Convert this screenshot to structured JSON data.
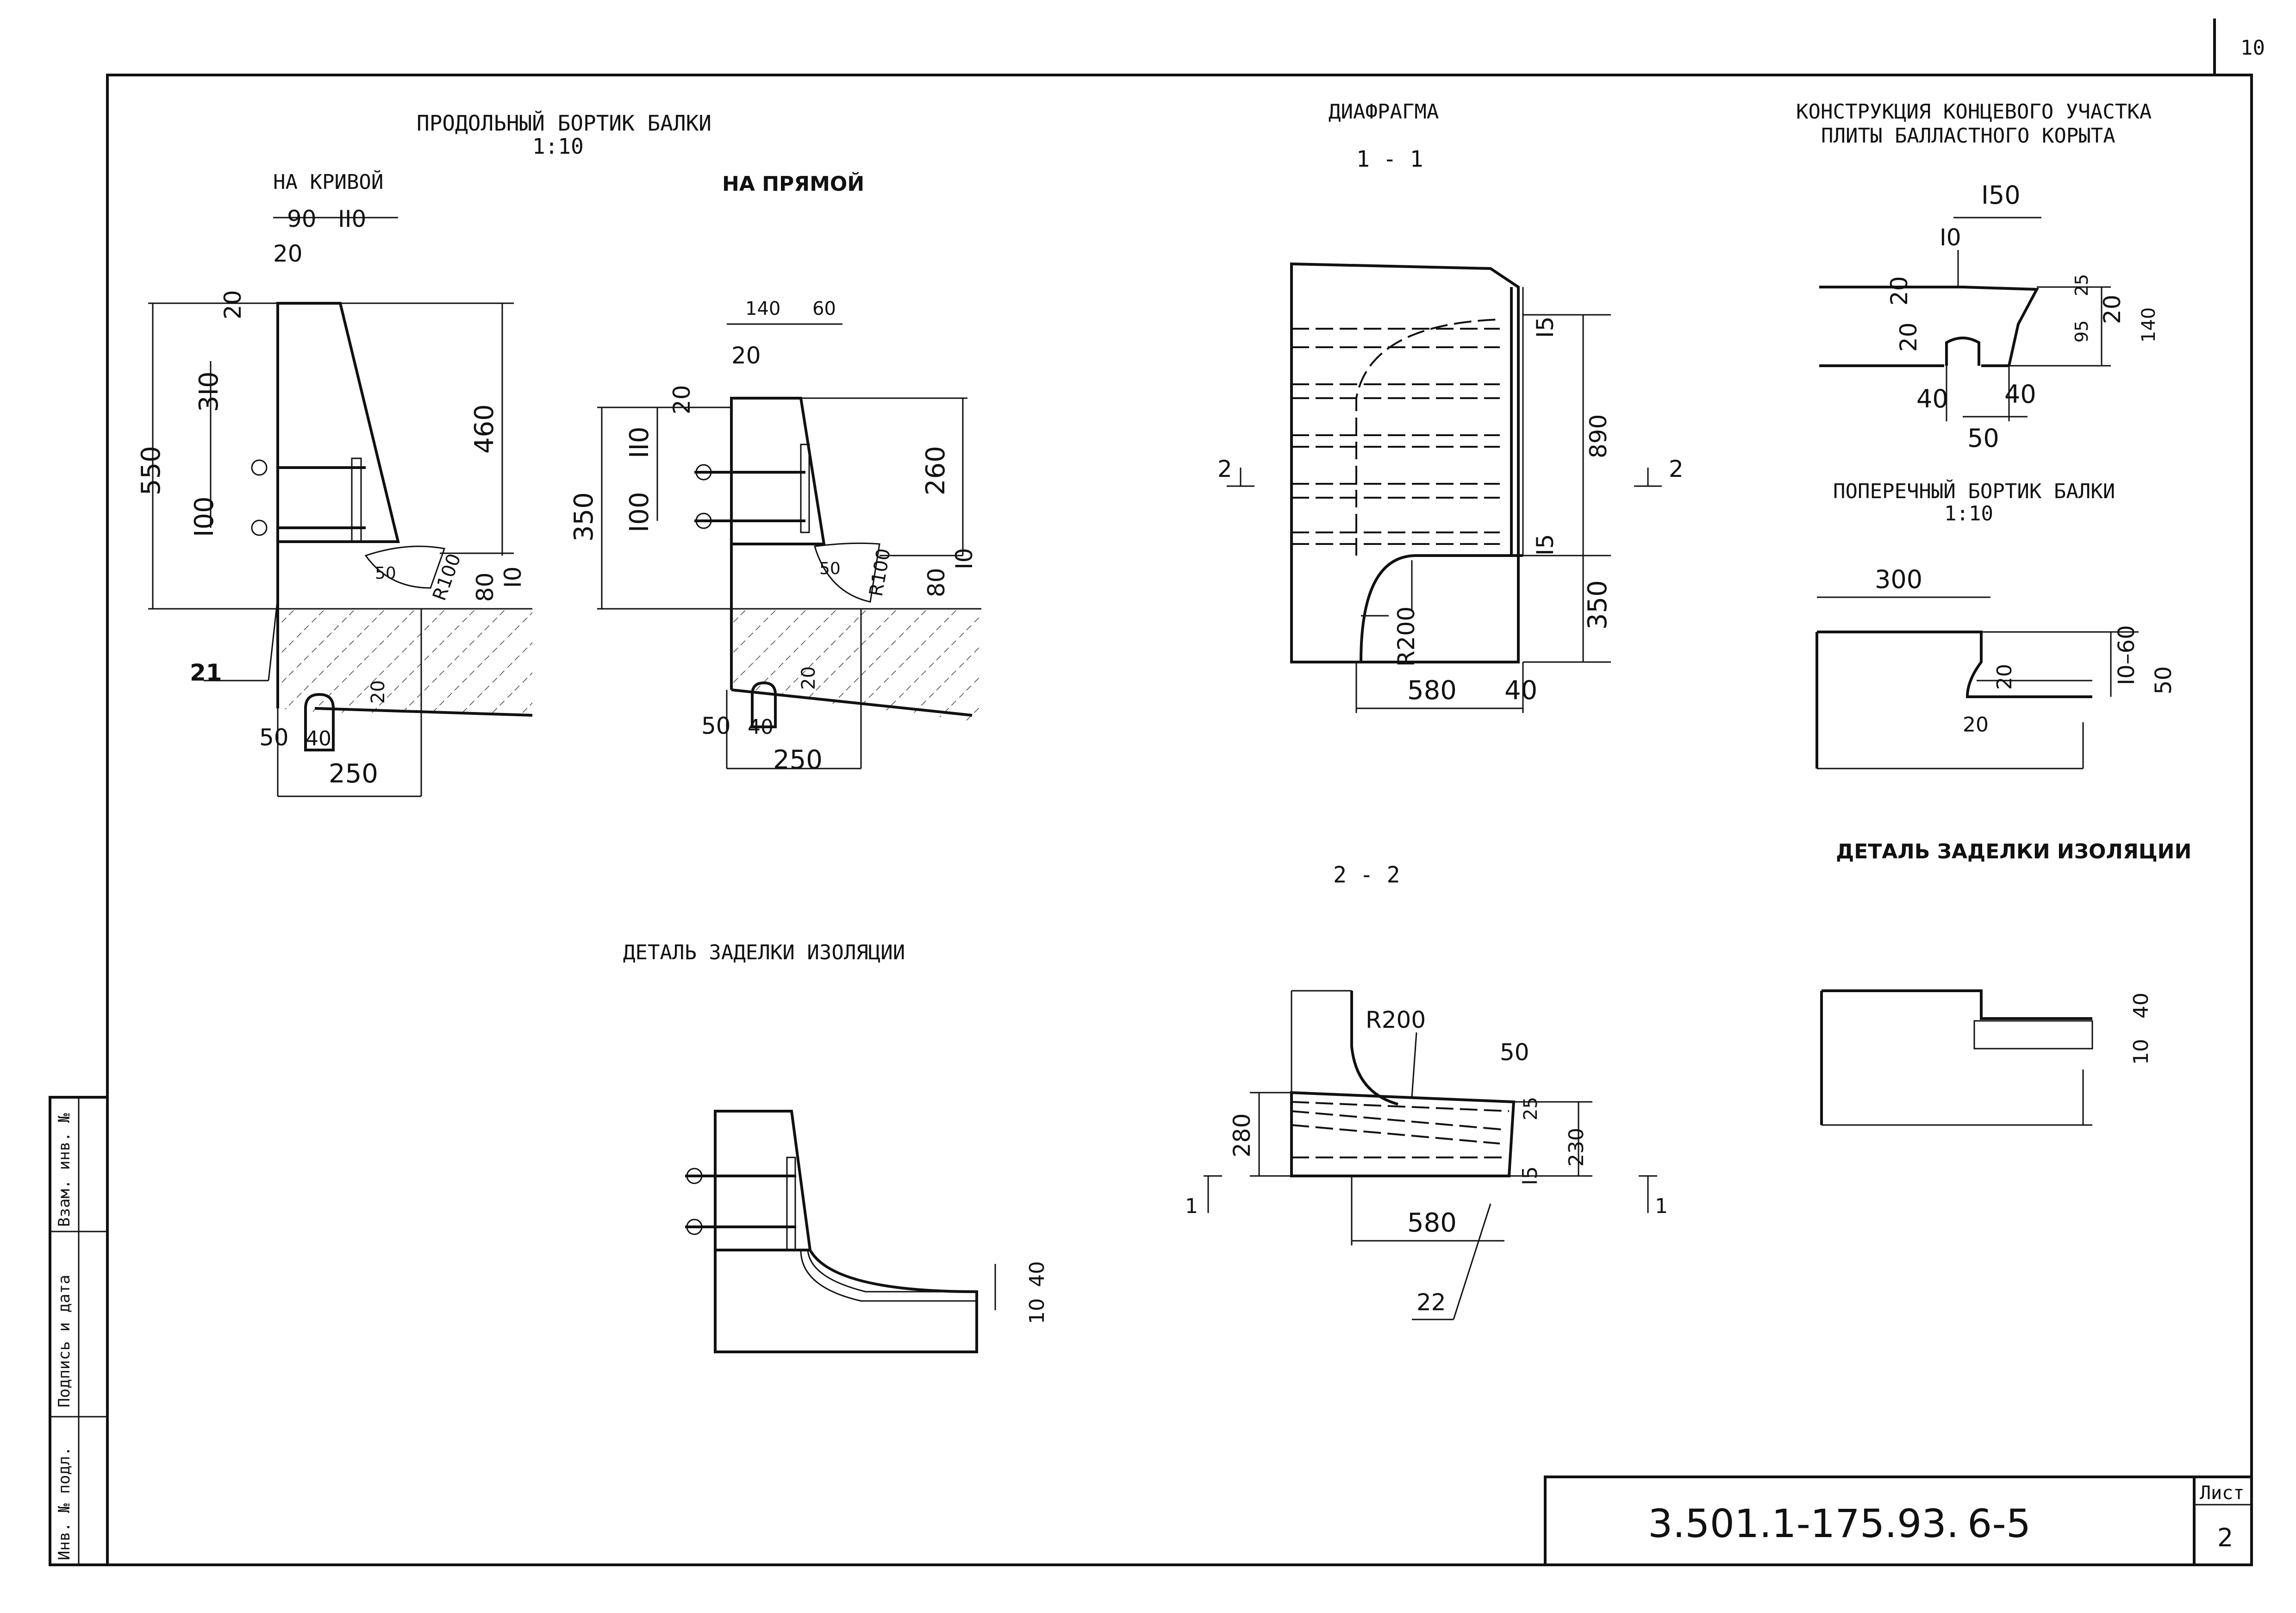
{
  "sheet": {
    "corner_page": "10",
    "document_code": "3.501.1-175.93.",
    "part": "6-5",
    "sheet_label": "Лист",
    "sheet_number": "2"
  },
  "stamp": {
    "inv_no_podl": "Инв. № подл.",
    "signature_date": "Подпись и дата",
    "vzam_inv": "Взам. инв. №"
  },
  "titles": {
    "longitudinal_rim": "ПРОДОЛЬНЫЙ БОРТИК БАЛКИ",
    "longitudinal_scale": "1:10",
    "on_curve": "НА КРИВОЙ",
    "on_straight": "НА ПРЯМОЙ",
    "diaphragm": "ДИАФРАГМА",
    "section_1_1": "1 - 1",
    "section_2_2": "2 - 2",
    "end_construction_l1": "КОНСТРУКЦИЯ КОНЦЕВОГО УЧАСТКА",
    "end_construction_l2": "ПЛИТЫ БАЛЛАСТНОГО КОРЫТА",
    "transverse_rim": "ПОПЕРЕЧНЫЙ БОРТИК БАЛКИ",
    "transverse_scale": "1:10",
    "insulation_detail_left": "ДЕТАЛЬ ЗАДЕЛКИ ИЗОЛЯЦИИ",
    "insulation_detail_right": "ДЕТАЛЬ ЗАДЕЛКИ ИЗОЛЯЦИИ"
  },
  "curve_dims": {
    "d90": "90",
    "d110": "II0",
    "d20_top": "20",
    "d20_side": "20",
    "d310": "3I0",
    "d550": "550",
    "d460": "460",
    "d100": "I00",
    "d10": "I0",
    "d80": "80",
    "d250": "250",
    "d50": "50",
    "d40": "40",
    "d20_bottom": "20",
    "r100": "R100",
    "d50_corner": "50",
    "leader": "21"
  },
  "straight_dims": {
    "d140": "140",
    "d60": "60",
    "d20_top": "20",
    "d20_side": "20",
    "d110": "II0",
    "d350": "350",
    "d260": "260",
    "d100": "I00",
    "d10": "I0",
    "d80": "80",
    "d250": "250",
    "d50": "50",
    "d40": "40",
    "d20_bottom": "20",
    "r100": "R100",
    "d50_corner": "50"
  },
  "diaphragm_11_dims": {
    "d15_top": "I5",
    "d890": "890",
    "d15_bot": "I5",
    "d350": "350",
    "r200": "R200",
    "d580": "580",
    "d40": "40",
    "cut_left": "2",
    "cut_right": "2"
  },
  "diaphragm_22_dims": {
    "r200": "R200",
    "d50": "50",
    "d25": "25",
    "d280": "280",
    "d230": "230",
    "d15": "I5",
    "d580": "580",
    "cut_left": "1",
    "cut_right": "1",
    "leader": "22"
  },
  "end_dims": {
    "d150": "I50",
    "d10": "I0",
    "d20_a": "20",
    "d20_b": "20",
    "d25": "25",
    "d95": "95",
    "d20_c": "20",
    "d140": "140",
    "d40_a": "40",
    "d40_b": "40",
    "d50": "50"
  },
  "transverse_dims": {
    "d300": "300",
    "d10_60": "I0–60",
    "d20_a": "20",
    "d50": "50",
    "d20_b": "20"
  },
  "insulation_dims": {
    "left_40": "40",
    "left_10": "10",
    "right_40": "40",
    "right_10": "10"
  }
}
